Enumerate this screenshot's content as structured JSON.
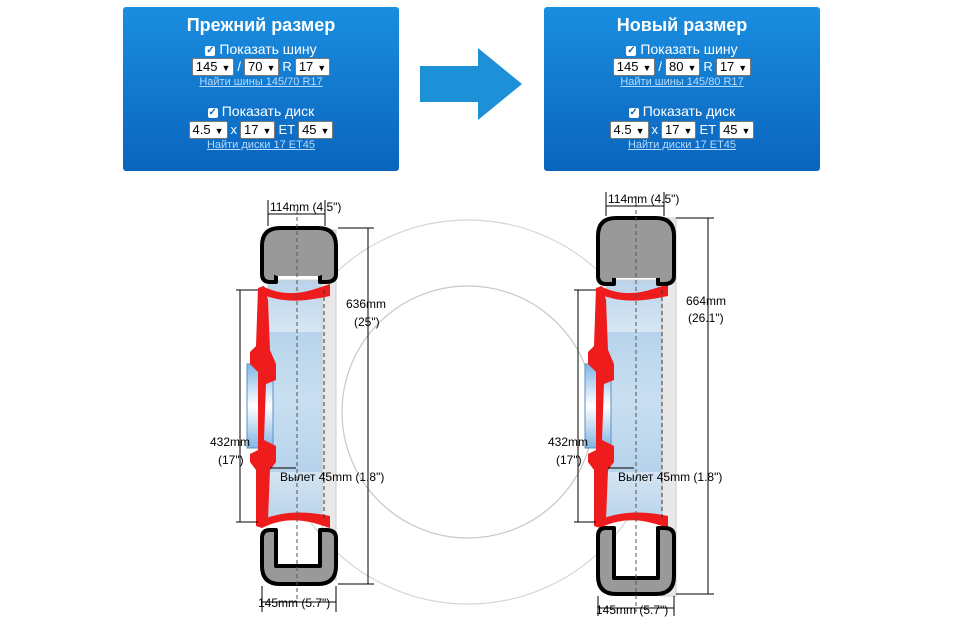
{
  "old": {
    "title": "Прежний размер",
    "show_tire_label": "Показать шину",
    "tire_width": "145",
    "tire_sep": "/",
    "tire_profile": "70",
    "rim_sep": "R",
    "rim_diameter": "17",
    "find_tires_link": "Найти шины 145/70 R17",
    "show_disk_label": "Показать диск",
    "disk_width": "4.5",
    "disk_x": "x",
    "disk_diameter": "17",
    "et_label": "ET",
    "et_value": "45",
    "find_disks_link": "Найти диски 17 ET45",
    "diagram": {
      "rim_width": "114mm (4.5\")",
      "tire_diam_mm": "636mm",
      "tire_diam_in": "(25\")",
      "rim_diam_mm": "432mm",
      "rim_diam_in": "(17\")",
      "offset": "Вылет 45mm (1.8\")",
      "tire_width": "145mm (5.7\")"
    }
  },
  "new": {
    "title": "Новый размер",
    "show_tire_label": "Показать шину",
    "tire_width": "145",
    "tire_sep": "/",
    "tire_profile": "80",
    "rim_sep": "R",
    "rim_diameter": "17",
    "find_tires_link": "Найти шины 145/80 R17",
    "show_disk_label": "Показать диск",
    "disk_width": "4.5",
    "disk_x": "x",
    "disk_diameter": "17",
    "et_label": "ET",
    "et_value": "45",
    "find_disks_link": "Найти диски 17 ET45",
    "diagram": {
      "rim_width": "114mm (4.5\")",
      "tire_diam_mm": "664mm",
      "tire_diam_in": "(26.1\")",
      "rim_diam_mm": "432mm",
      "rim_diam_in": "(17\")",
      "offset": "Вылет 45mm (1.8\")",
      "tire_width": "145mm (5.7\")"
    }
  },
  "icons": {
    "arrow": "arrow-right-icon",
    "checkbox": "checkmark-icon",
    "select": "chevron-down-icon"
  },
  "colors": {
    "panel": "#0a6fcb",
    "arrow": "#1e90d8",
    "rim": "#ee1c1c",
    "tire": "#999999"
  }
}
